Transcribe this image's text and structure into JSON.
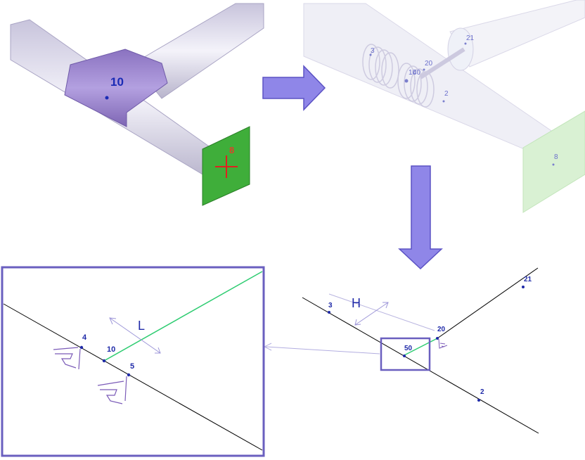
{
  "panel_tee": {
    "node_center": "10",
    "node_anchor": "8",
    "tee_color": "#9b84cc",
    "pipe_color": "#d9d6e8",
    "anchor_color": "#3fae3a",
    "anchor_mark_color": "#e02020"
  },
  "panel_spring": {
    "nodes": [
      "3",
      "20",
      "10",
      "40",
      "2",
      "21",
      "8"
    ]
  },
  "panel_schematic": {
    "nodes": [
      "3",
      "21",
      "20",
      "50",
      "2"
    ],
    "dimension_label": "H",
    "line_color": "#000000",
    "rigid_color": "#2ecc71"
  },
  "panel_zoom": {
    "nodes": [
      "4",
      "10",
      "5"
    ],
    "dimension_label": "L",
    "frame_color": "#6a5fbf"
  },
  "colors": {
    "arrow_fill": "#8f86e8",
    "arrow_stroke": "#5b52c4",
    "node_text": "#1f2aa8",
    "leader": "#9d96d8"
  }
}
